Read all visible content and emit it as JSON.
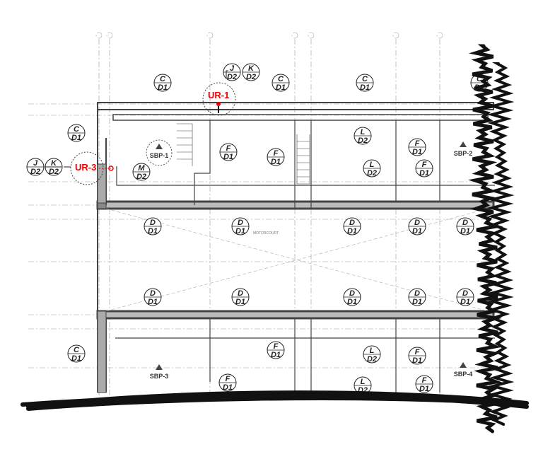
{
  "drawing": {
    "area_label": "MOTORCOURT",
    "markup_labels": [
      "UR-1",
      "UR-3"
    ],
    "panel_labels": [
      "SBP-1",
      "SBP-2",
      "SBP-3",
      "SBP-4"
    ],
    "tags": [
      {
        "top": "C",
        "bottom": "D1"
      },
      {
        "top": "J",
        "bottom": "D2"
      },
      {
        "top": "K",
        "bottom": "D2"
      },
      {
        "top": "C",
        "bottom": "D1"
      },
      {
        "top": "C",
        "bottom": "D1"
      },
      {
        "top": "C",
        "bottom": "D1"
      },
      {
        "top": "C",
        "bottom": "D1"
      },
      {
        "top": "J",
        "bottom": "D2"
      },
      {
        "top": "K",
        "bottom": "D2"
      },
      {
        "top": "M",
        "bottom": "D2"
      },
      {
        "top": "F",
        "bottom": "D1"
      },
      {
        "top": "F",
        "bottom": "D1"
      },
      {
        "top": "L",
        "bottom": "D2"
      },
      {
        "top": "F",
        "bottom": "D1"
      },
      {
        "top": "L",
        "bottom": "D2"
      },
      {
        "top": "F",
        "bottom": "D1"
      },
      {
        "top": "D",
        "bottom": "D1"
      },
      {
        "top": "D",
        "bottom": "D1"
      },
      {
        "top": "D",
        "bottom": "D1"
      },
      {
        "top": "D",
        "bottom": "D1"
      },
      {
        "top": "D",
        "bottom": "D1"
      },
      {
        "top": "D",
        "bottom": "D1"
      },
      {
        "top": "D",
        "bottom": "D1"
      },
      {
        "top": "D",
        "bottom": "D1"
      },
      {
        "top": "D",
        "bottom": "D1"
      },
      {
        "top": "D",
        "bottom": "D1"
      },
      {
        "top": "C",
        "bottom": "D1"
      },
      {
        "top": "F",
        "bottom": "D1"
      },
      {
        "top": "L",
        "bottom": "D2"
      },
      {
        "top": "F",
        "bottom": "D1"
      },
      {
        "top": "F",
        "bottom": "D1"
      },
      {
        "top": "L",
        "bottom": "D2"
      },
      {
        "top": "F",
        "bottom": "D1"
      }
    ],
    "colors": {
      "markup": "#e00000",
      "linework": "#333333",
      "scribble": "#111111"
    }
  }
}
